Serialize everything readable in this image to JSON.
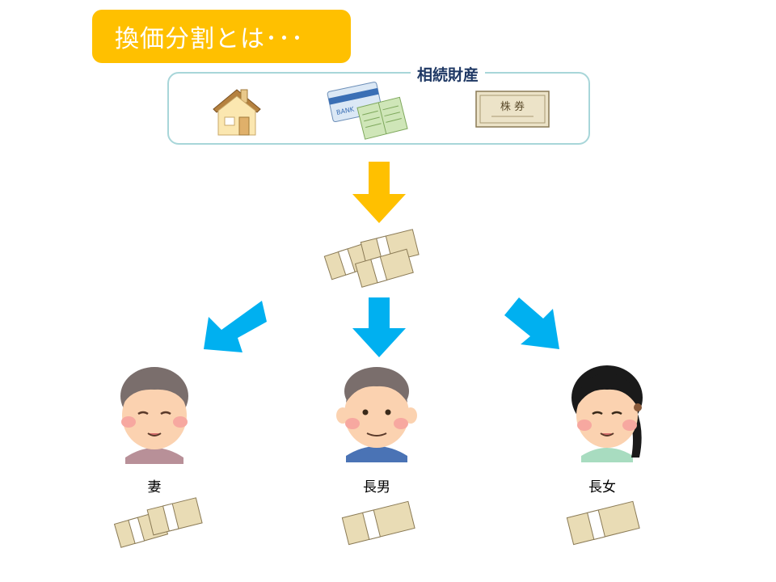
{
  "title": "換価分割とは･･･",
  "assets": {
    "label": "相続財産",
    "house_icon": "house-icon",
    "bank_icon": "bankbook-card-icon",
    "stock_icon": "stock-certificate-icon",
    "card_text": "BANK",
    "stock_text": "株 券"
  },
  "heirs": [
    {
      "label": "妻"
    },
    {
      "label": "長男"
    },
    {
      "label": "長女"
    }
  ],
  "colors": {
    "title_bg": "#ffc000",
    "box_border": "#a8d6d9",
    "arrow_down": "#ffc000",
    "arrow_split": "#00b0f0",
    "label_text": "#1f3864"
  }
}
